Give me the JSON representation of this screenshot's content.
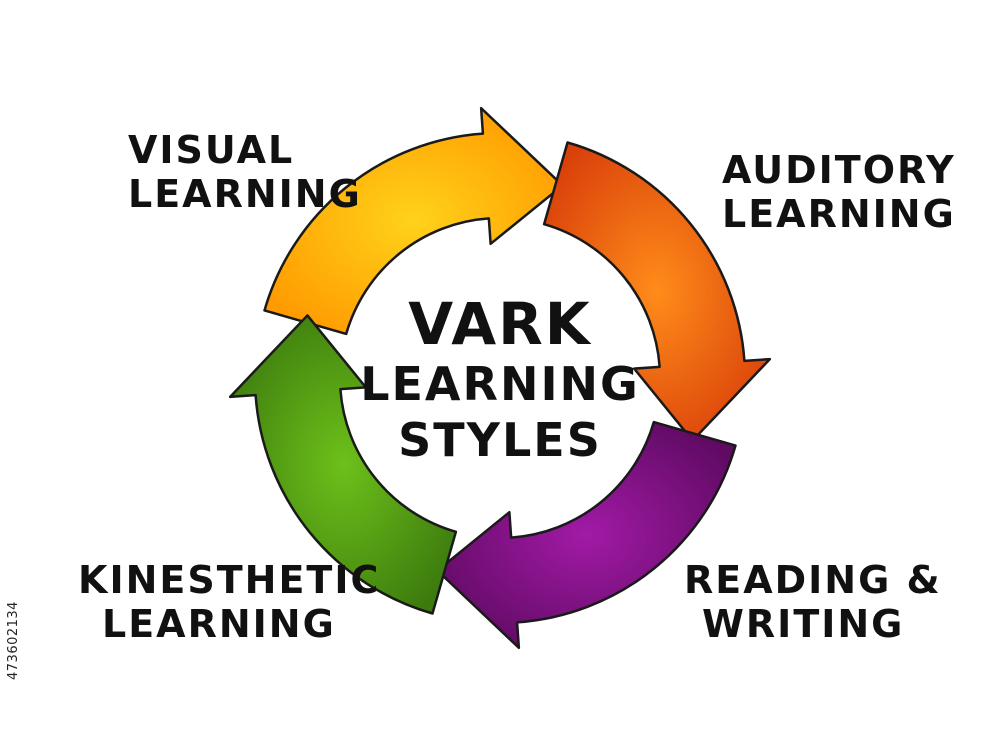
{
  "center": {
    "line1": "VARK",
    "line2": "LEARNING",
    "line3": "STYLES"
  },
  "labels": {
    "visual": [
      "VISUAL",
      "LEARNING"
    ],
    "auditory": [
      "AUDITORY",
      "LEARNING"
    ],
    "reading": [
      "READING &",
      "WRITING"
    ],
    "kinesthetic": [
      "KINESTHETIC",
      "LEARNING"
    ]
  },
  "stock_id": "473602134",
  "colors": {
    "yellow": "#FFB300",
    "orange": "#EA5A0B",
    "purple": "#7A0F7E",
    "green": "#4E8E12",
    "outline": "#1a1a1a"
  },
  "segments": [
    {
      "name": "visual",
      "color_key": "yellow"
    },
    {
      "name": "auditory",
      "color_key": "orange"
    },
    {
      "name": "reading",
      "color_key": "purple"
    },
    {
      "name": "kinesthetic",
      "color_key": "green"
    }
  ]
}
